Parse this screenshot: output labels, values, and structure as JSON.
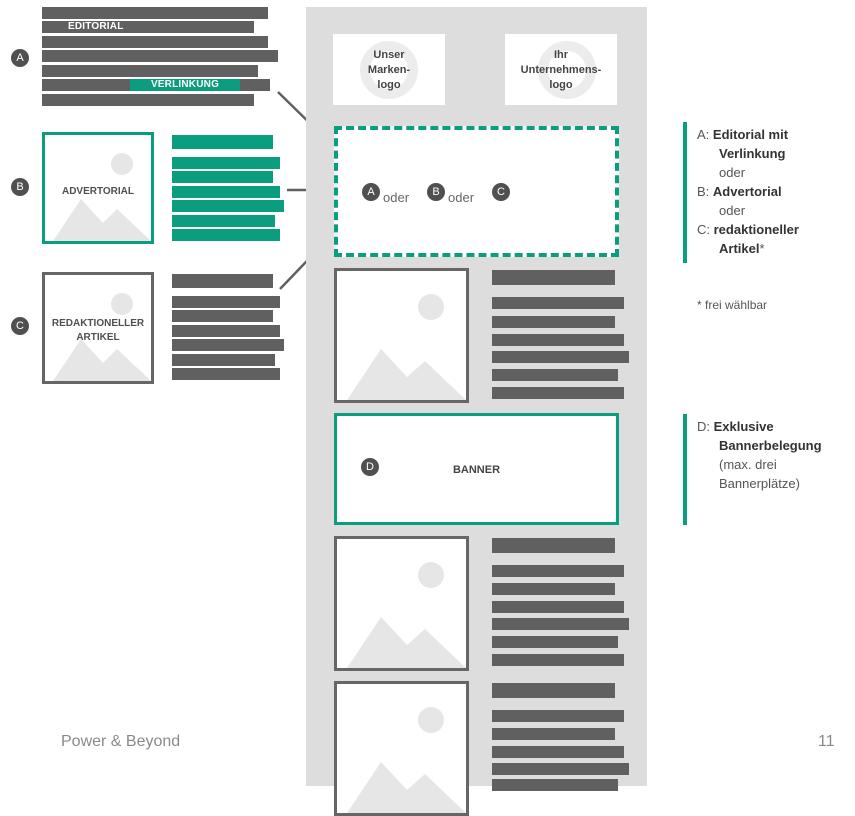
{
  "items": {
    "a": {
      "marker": "A",
      "label_top": "EDITORIAL",
      "label_link": "VERLINKUNG"
    },
    "b": {
      "marker": "B",
      "label": "ADVERTORIAL"
    },
    "c": {
      "marker": "C",
      "label_line1": "REDAKTIONELLER",
      "label_line2": "ARTIKEL"
    },
    "d": {
      "marker": "D",
      "label": "BANNER"
    }
  },
  "page": {
    "logo_left": [
      "Unser",
      "Marken-",
      "logo"
    ],
    "logo_right": [
      "Ihr",
      "Unternehmens-",
      "logo"
    ],
    "slot": {
      "a": "A",
      "b": "B",
      "c": "C",
      "or_word": "oder"
    }
  },
  "legend": {
    "abc": {
      "a_prefix": "A:",
      "a_line1": "Editorial mit",
      "a_line2": "Verlinkung",
      "or1": "oder",
      "b_prefix": "B:",
      "b_text": "Advertorial",
      "or2": "oder",
      "c_prefix": "C:",
      "c_line1": "redaktioneller",
      "c_line2": "Artikel",
      "c_star": "*"
    },
    "footnote": "* frei wählbar",
    "d": {
      "prefix": "D:",
      "line1": "Exklusive",
      "line2": "Bannerbelegung",
      "line3": "(max. drei",
      "line4": "Bannerplätze)"
    }
  },
  "footer": {
    "brand": "Power & Beyond",
    "page_number": "11"
  },
  "colors": {
    "accent": "#0a9e7e",
    "dark": "#606060",
    "column": "#dddddd"
  },
  "icons": [
    "image-placeholder-icon",
    "arrow-right-icon"
  ]
}
